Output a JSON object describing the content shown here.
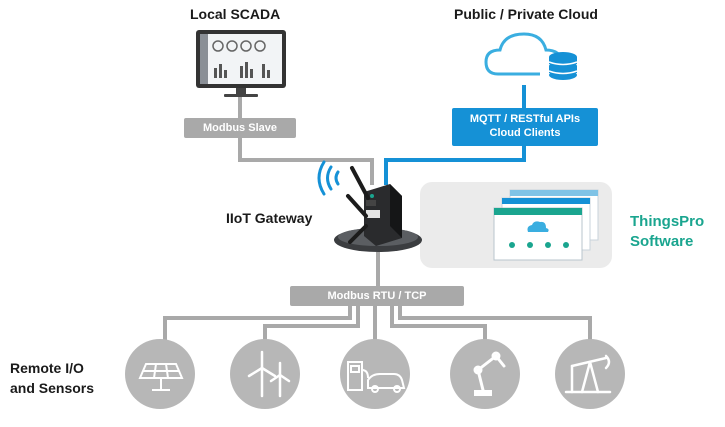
{
  "titles": {
    "local_scada": "Local SCADA",
    "cloud": "Public / Private Cloud",
    "gateway": "IIoT Gateway"
  },
  "labels": {
    "modbus_slave": "Modbus Slave",
    "cloud_clients_line1": "MQTT / RESTful APIs",
    "cloud_clients_line2": "Cloud Clients",
    "modbus_rtu": "Modbus RTU / TCP"
  },
  "software": {
    "line1": "ThingsPro",
    "line2": "Software"
  },
  "remote": {
    "line1": "Remote I/O",
    "line2": "and Sensors"
  },
  "devices": [
    {
      "name": "solar-panel-icon"
    },
    {
      "name": "wind-turbine-icon"
    },
    {
      "name": "ev-charger-icon"
    },
    {
      "name": "robot-arm-icon"
    },
    {
      "name": "oil-pump-icon"
    }
  ],
  "colors": {
    "gray": "#a9a9a9",
    "blue": "#1591d6",
    "teal": "#1aa58f",
    "cloud": "#3aaee0"
  }
}
